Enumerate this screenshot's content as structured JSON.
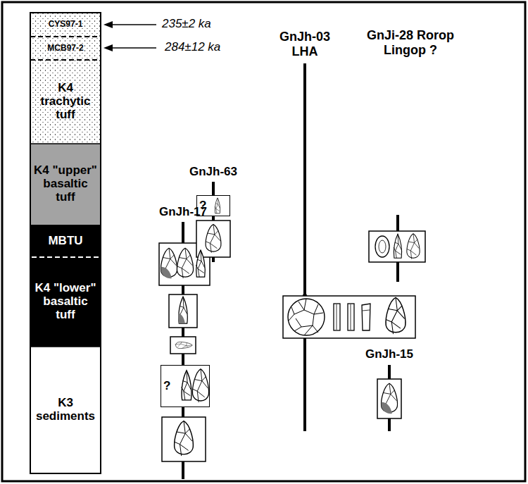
{
  "diagram": {
    "nodes": [
      {
        "text": [
          "CYS97-1"
        ]
      },
      {
        "text": [
          "MCB97-2"
        ]
      },
      {
        "text": [
          "K4 trachytic tuff"
        ]
      },
      {
        "text": [
          "K4 \"upper\" basaltic tuff"
        ]
      },
      {
        "text": [
          "MBTU"
        ]
      },
      {
        "text": [
          "K4 \"lower\" basaltic tuff"
        ]
      },
      {
        "text": [
          "K3 sediments"
        ]
      },
      {
        "text": [
          "?"
        ]
      },
      {
        "text": [
          "?"
        ]
      }
    ],
    "labels": [
      "235±2 ka",
      "284±12 ka",
      "GnJh-63",
      "GnJh-17",
      "GnJh-03 LHA",
      "GnJi-28 Rorop Lingop ?",
      "GnJh-15"
    ]
  }
}
